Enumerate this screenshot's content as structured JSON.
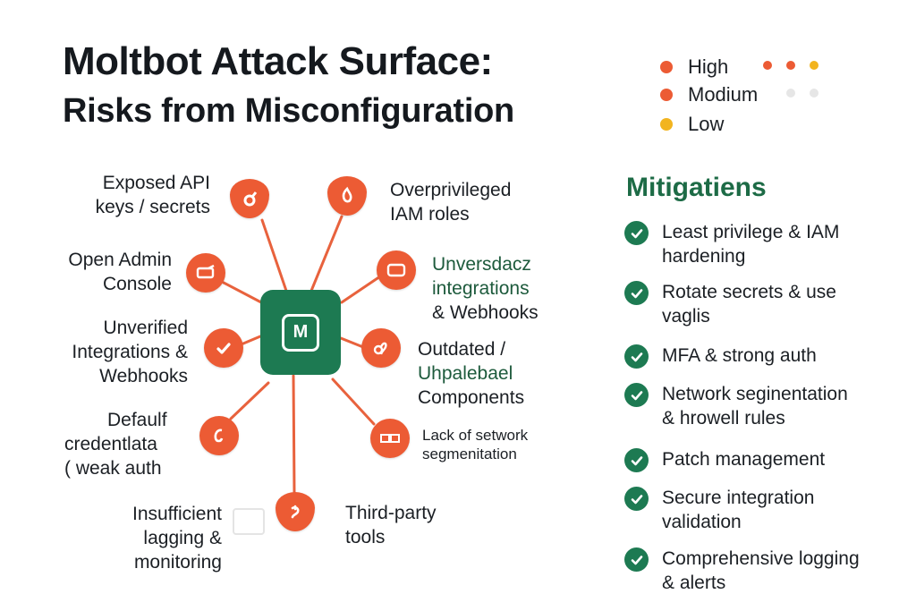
{
  "header": {
    "title": "Moltbot Attack Surface:",
    "subtitle": "Risks from Misconfiguration"
  },
  "legend": {
    "items": [
      {
        "label": "High",
        "color": "#ec5b34"
      },
      {
        "label": "Modium",
        "color": "#ec5b34"
      },
      {
        "label": "Low",
        "color": "#f2b41f"
      }
    ],
    "indicator_colors": [
      "#ec5b34",
      "#ec5b34",
      "#f2b41f",
      "#e6e6e6",
      "#e6e6e6"
    ]
  },
  "colors": {
    "accent_green": "#1d7a52",
    "risk_orange": "#ec5b34",
    "connector": "#e8623d"
  },
  "hub": {
    "icon_letter": "M"
  },
  "risks": {
    "exposed_api": {
      "line1": "Exposed API",
      "line2": "keys / secrets",
      "icon": "key-icon"
    },
    "overprivileged": {
      "line1": "Overprivileged",
      "line2": "IAM roles",
      "icon": "shield-icon"
    },
    "open_admin": {
      "line1": "Open Admin",
      "line2": "Console",
      "icon": "console-icon"
    },
    "unversdacz": {
      "line1": "Unversdacz",
      "line2": "integrations",
      "line3": "& Webhooks",
      "icon": "window-icon"
    },
    "unverified": {
      "line1": "Unverified",
      "line2": "Integrations &",
      "line3": "Webhooks",
      "icon": "checkmark-icon"
    },
    "outdated": {
      "line1": "Outdated /",
      "line2": "Uhpalebael",
      "line3": "Components",
      "icon": "link-icon"
    },
    "default_creds": {
      "line1": "Defaulf",
      "line2": "credentlata",
      "line3": "( weak auth",
      "icon": "lock-icon"
    },
    "lack_segmentation": {
      "line1": "Lack of setwork",
      "line2": "segmenitation",
      "icon": "network-icon"
    },
    "insufficient_logging": {
      "line1": "Insufficient",
      "line2": "lagging &",
      "line3": "monitoring",
      "icon": "puzzle-icon"
    },
    "third_party": {
      "line1": "Third-party",
      "line2": "tools",
      "icon": "tool-icon"
    }
  },
  "mitigations": {
    "title": "Mitigatiens",
    "items": [
      {
        "line1": "Least privilege & IAM",
        "line2": "hardening"
      },
      {
        "line1": "Rotate secrets & use",
        "line2": "vaglis"
      },
      {
        "line1": "MFA & strong auth",
        "line2": ""
      },
      {
        "line1": "Network seginentation",
        "line2": "& hrowell rules"
      },
      {
        "line1": "Patch management",
        "line2": ""
      },
      {
        "line1": "Secure integration",
        "line2": "validation"
      },
      {
        "line1": "Comprehensive logging",
        "line2": "& alerts"
      }
    ]
  }
}
